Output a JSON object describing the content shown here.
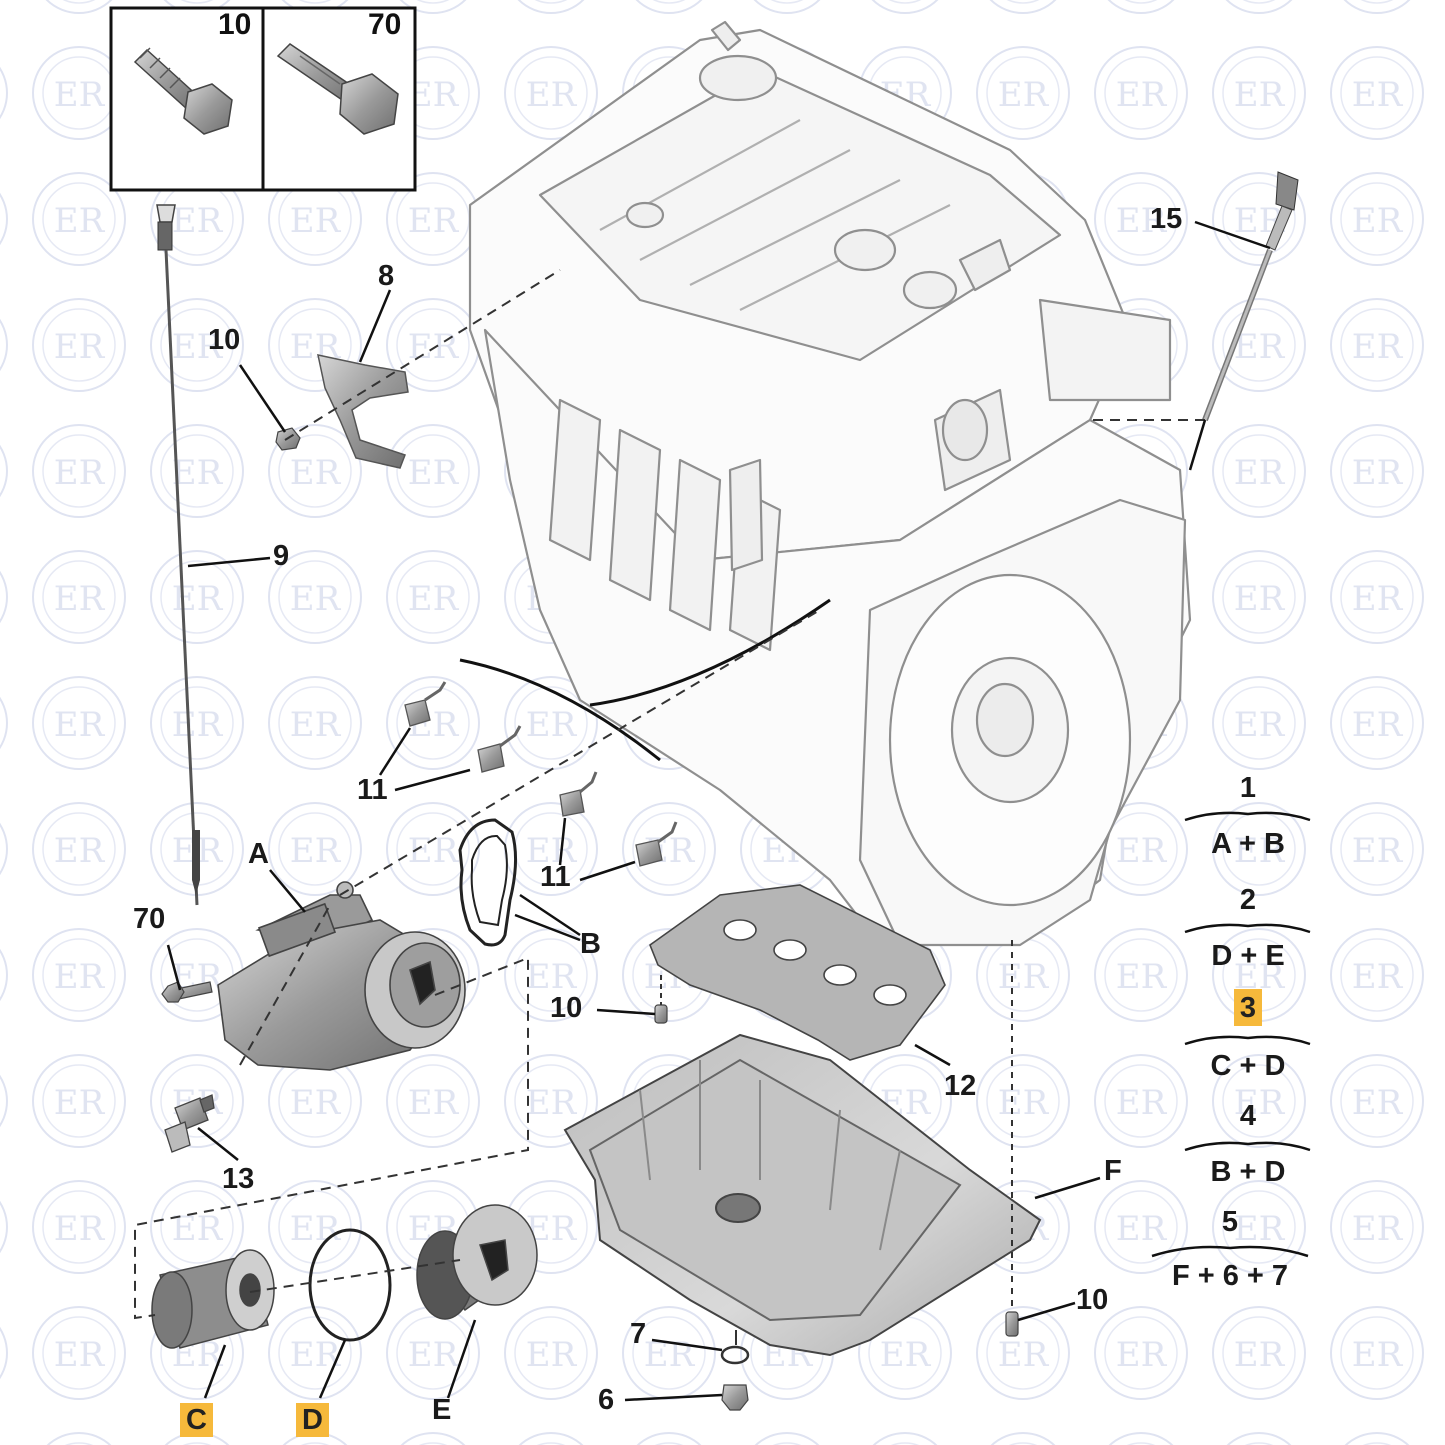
{
  "inset": {
    "bolt_a": "10",
    "bolt_b": "70"
  },
  "callouts": {
    "part_8": "8",
    "part_10_top": "10",
    "part_9": "9",
    "part_15": "15",
    "part_11_upper": "11",
    "part_11_lower": "11",
    "part_A": "A",
    "part_B": "B",
    "part_70": "70",
    "part_10_gasket": "10",
    "part_12": "12",
    "part_13": "13",
    "part_F": "F",
    "part_10_pan": "10",
    "part_7": "7",
    "part_6": "6",
    "part_C": "C",
    "part_D": "D",
    "part_E": "E"
  },
  "kits": [
    {
      "number": "1",
      "contents": "A + B",
      "highlighted": false
    },
    {
      "number": "2",
      "contents": "D + E",
      "highlighted": false
    },
    {
      "number": "3",
      "contents": "C + D",
      "highlighted": true
    },
    {
      "number": "4",
      "contents": "B + D",
      "highlighted": false
    },
    {
      "number": "5",
      "contents": "F + 6 + 7",
      "highlighted": false
    }
  ],
  "watermark": {
    "text": "ER"
  },
  "colors": {
    "highlight": "#f6b93b",
    "line": "#1a1a1a",
    "engine_stroke": "#9a9a9a",
    "part_gray": "#8c8c8c"
  }
}
